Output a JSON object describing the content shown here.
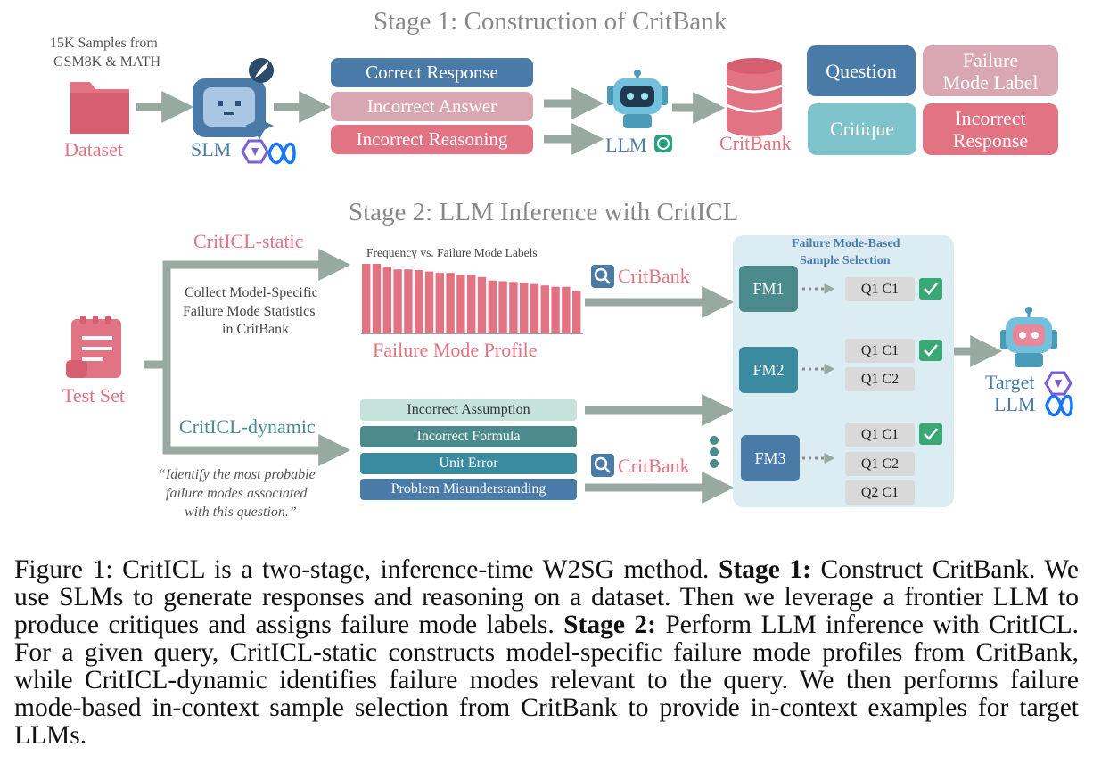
{
  "stage1": {
    "title": "Stage 1: Construction of CritBank",
    "dataset_note_line1": "15K Samples from",
    "dataset_note_line2": "GSM8K & MATH",
    "dataset_label": "Dataset",
    "slm_label": "SLM",
    "responses": [
      "Correct Response",
      "Incorrect Answer",
      "Incorrect Reasoning"
    ],
    "llm_label": "LLM",
    "critbank_label": "CritBank",
    "fields": {
      "question": "Question",
      "failure_mode_label_line1": "Failure",
      "failure_mode_label_line2": "Mode Label",
      "critique": "Critique",
      "incorrect_response_line1": "Incorrect",
      "incorrect_response_line2": "Response"
    }
  },
  "stage2": {
    "title": "Stage 2: LLM Inference with CritICL",
    "test_set_label": "Test Set",
    "static_label": "CritICL-static",
    "static_desc_line1": "Collect Model-Specific",
    "static_desc_line2": "Failure Mode Statistics",
    "static_desc_line3": "in CritBank",
    "bar_chart_title": "Frequency vs. Failure Mode Labels",
    "profile_label": "Failure Mode Profile",
    "dynamic_label": "CritICL-dynamic",
    "dynamic_quote_line1": "“Identify the most probable",
    "dynamic_quote_line2": "failure modes associated",
    "dynamic_quote_line3": "with this question.”",
    "failure_modes": [
      "Incorrect Assumption",
      "Incorrect Formula",
      "Unit Error",
      "Problem Misunderstanding"
    ],
    "critbank_label": "CritBank",
    "selection_title_line1": "Failure Mode-Based",
    "selection_title_line2": "Sample Selection",
    "groups": [
      {
        "fm": "FM1",
        "samples": [
          "Q1 C1"
        ]
      },
      {
        "fm": "FM2",
        "samples": [
          "Q1 C1",
          "Q1 C2"
        ]
      },
      {
        "fm": "FM3",
        "samples": [
          "Q1 C1",
          "Q1 C2",
          "Q2 C1"
        ]
      }
    ],
    "target_line1": "Target",
    "target_line2": "LLM"
  },
  "chart_data": {
    "type": "bar",
    "title": "Frequency vs. Failure Mode Labels",
    "values": [
      1.0,
      1.0,
      0.96,
      0.92,
      0.92,
      0.91,
      0.89,
      0.87,
      0.87,
      0.84,
      0.84,
      0.81,
      0.76,
      0.75,
      0.74,
      0.73,
      0.71,
      0.69,
      0.67,
      0.67,
      0.61
    ],
    "grid": false
  },
  "caption": {
    "part1": "Figure 1: CritICL is a two-stage, inference-time W2SG method. ",
    "bold1": "Stage 1:",
    "part2": " Construct CritBank. We use SLMs to generate responses and reasoning on a dataset. Then we leverage a frontier LLM to produce critiques and assigns failure mode labels. ",
    "bold2": "Stage 2:",
    "part3": " Perform LLM inference with CritICL. For a given query, CritICL-static constructs model-specific failure mode profiles from CritBank, while CritICL-dynamic identifies failure modes relevant to the query. We then performs failure mode-based in-context sample selection from CritBank to provide in-context examples for target LLMs."
  },
  "colors": {
    "pink": "#e27383",
    "light_pink": "#d8a7b1",
    "blue": "#4a7aa8",
    "teal": "#4b8b8d",
    "light_teal": "#7fc4cd",
    "arrow": "#97a9a0",
    "panel": "#dcecf3",
    "check": "#3aa874"
  }
}
